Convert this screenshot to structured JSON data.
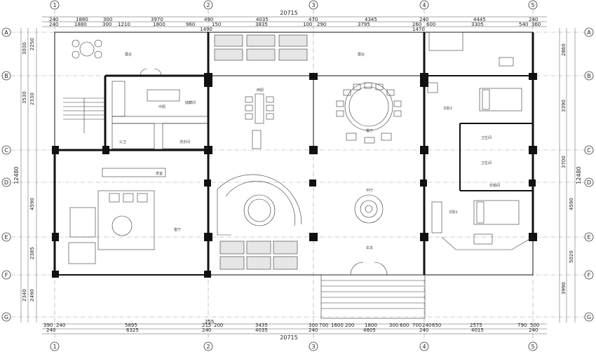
{
  "axes": {
    "columns": [
      "1",
      "2",
      "3",
      "4",
      "5"
    ],
    "rows": [
      "A",
      "B",
      "C",
      "D",
      "E",
      "F",
      "G"
    ]
  },
  "dimensions": {
    "top_total": "20715",
    "top_row1": [
      "240",
      "1880",
      "300",
      "3970",
      "490",
      "4035",
      "470",
      "4345",
      "240",
      "4445",
      "240"
    ],
    "top_row2": [
      "240",
      "1880",
      "300",
      "1210",
      "1800",
      "960",
      "150",
      "3835",
      "100",
      "290",
      "3795",
      "260",
      "600",
      "3305",
      "540",
      "360"
    ],
    "top_row2_small": [
      "1490",
      "1470"
    ],
    "bottom_row1": [
      "390",
      "240",
      "5895",
      "255",
      "215",
      "200",
      "3435",
      "300",
      "700",
      "1600",
      "200",
      "1800",
      "300",
      "600",
      "700",
      "240",
      "650",
      "2575",
      "790",
      "500"
    ],
    "bottom_row2": [
      "240",
      "6325",
      "240",
      "4035",
      "240",
      "4805",
      "240",
      "4015",
      "240"
    ],
    "bottom_total": "20715",
    "left_total": "12480",
    "right_total": "12480",
    "left_segments": [
      "3030",
      "2250",
      "3530",
      "2330",
      "4590",
      "2385",
      "2340",
      "2490"
    ],
    "right_segments": [
      "2860",
      "3390",
      "3700",
      "4590",
      "5020",
      "3990"
    ]
  },
  "rooms": {
    "garden_left": "露台",
    "garden_right": "露台",
    "kitchen": "中厨",
    "storage": "储藏间",
    "bath_small": "公卫",
    "laundry": "洗衣间",
    "dining_west": "西厨",
    "dining": "餐厅",
    "bedroom1": "次卧2",
    "bathroom1": "卫生间",
    "bathroom2": "卫生间",
    "closet": "衣帽间",
    "living": "客厅",
    "family": "茶室",
    "hall": "中厅",
    "bedroom2": "次卧1",
    "entry": "玄关"
  }
}
